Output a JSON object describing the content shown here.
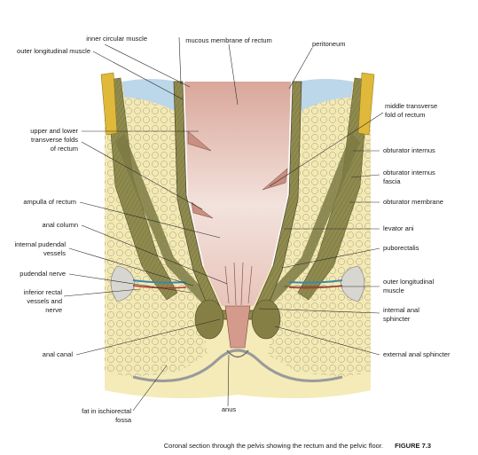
{
  "figure": {
    "number": "FIGURE 7.3",
    "caption": "Coronal section through the pelvis showing the rectum and the pelvic floor."
  },
  "labels": {
    "left": {
      "outer_longitudinal_muscle": "outer longitudinal muscle",
      "inner_circular_muscle": "inner circular muscle",
      "upper_lower_folds_1": "upper and lower",
      "upper_lower_folds_2": "transverse folds",
      "upper_lower_folds_3": "of rectum",
      "ampulla": "ampulla of rectum",
      "anal_column": "anal column",
      "internal_pudendal_1": "internal pudendal",
      "internal_pudendal_2": "vessels",
      "pudendal_nerve": "pudendal nerve",
      "inferior_rectal_1": "inferior rectal",
      "inferior_rectal_2": "vessels and",
      "inferior_rectal_3": "nerve",
      "anal_canal": "anal canal",
      "fat_fossa_1": "fat in ischiorectal",
      "fat_fossa_2": "fossa"
    },
    "top": {
      "mucous_membrane": "mucous membrane of rectum",
      "peritoneum": "peritoneum"
    },
    "right": {
      "middle_fold_1": "middle transverse",
      "middle_fold_2": "fold of rectum",
      "obturator_internus": "obturator internus",
      "obturator_fascia_1": "obturator internus",
      "obturator_fascia_2": "fascia",
      "obturator_membrane": "obturator membrane",
      "levator_ani": "levator ani",
      "puborectalis": "puborectalis",
      "outer_long_1": "outer longitudinal",
      "outer_long_2": "muscle",
      "internal_sphincter_1": "internal anal",
      "internal_sphincter_2": "sphincter",
      "external_sphincter": "external anal sphincter"
    },
    "bottom": {
      "anus": "anus"
    }
  },
  "colors": {
    "mucosa": "#d9a79a",
    "fat": "#f1e6a8",
    "muscle": "#8f8a4e",
    "tendon": "#e0b83a",
    "peritoneum": "#bcd6ea",
    "caption_accent": "#7a2a4a"
  }
}
